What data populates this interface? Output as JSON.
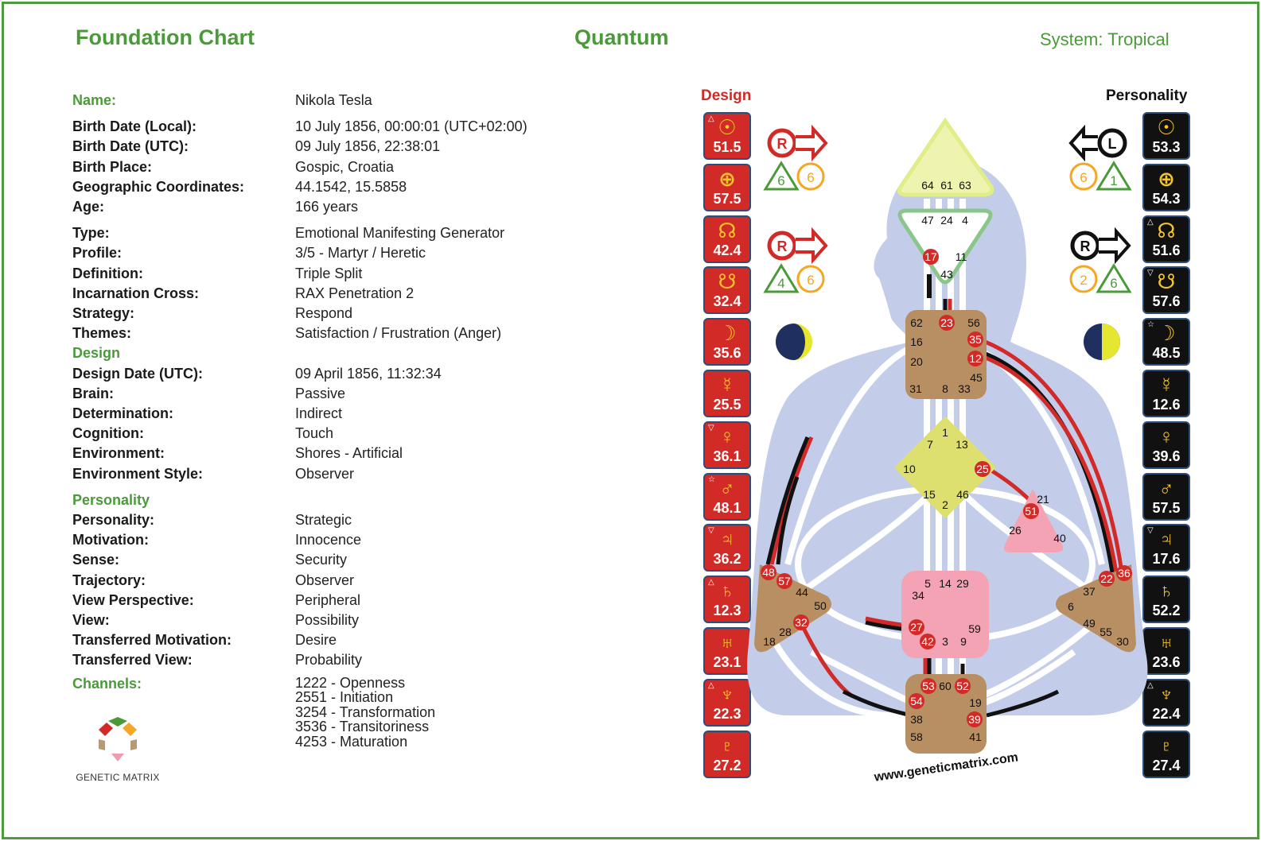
{
  "header": {
    "left": "Foundation Chart",
    "center": "Quantum",
    "right": "System: Tropical"
  },
  "info": {
    "name_label": "Name:",
    "name": "Nikola Tesla",
    "rows1": [
      {
        "k": "Birth Date (Local):",
        "v": "10 July 1856, 00:00:01 (UTC+02:00)"
      },
      {
        "k": "Birth Date (UTC):",
        "v": "09 July 1856, 22:38:01"
      },
      {
        "k": "Birth Place:",
        "v": "Gospic, Croatia"
      },
      {
        "k": "Geographic Coordinates:",
        "v": "44.1542, 15.5858"
      },
      {
        "k": "Age:",
        "v": "166 years"
      }
    ],
    "rows2": [
      {
        "k": "Type:",
        "v": "Emotional Manifesting Generator"
      },
      {
        "k": "Profile:",
        "v": "3/5 - Martyr / Heretic"
      },
      {
        "k": "Definition:",
        "v": "Triple Split"
      },
      {
        "k": "Incarnation Cross:",
        "v": "RAX Penetration 2"
      },
      {
        "k": "Strategy:",
        "v": "Respond"
      },
      {
        "k": "Themes:",
        "v": "Satisfaction / Frustration (Anger)"
      }
    ],
    "design_title": "Design",
    "rows3": [
      {
        "k": "Design Date (UTC):",
        "v": "09 April 1856, 11:32:34"
      },
      {
        "k": "Brain:",
        "v": "Passive"
      },
      {
        "k": "Determination:",
        "v": "Indirect"
      },
      {
        "k": "Cognition:",
        "v": "Touch"
      },
      {
        "k": "Environment:",
        "v": "Shores - Artificial"
      },
      {
        "k": "Environment Style:",
        "v": "Observer"
      }
    ],
    "personality_title": "Personality",
    "rows4": [
      {
        "k": "Personality:",
        "v": "Strategic"
      },
      {
        "k": "Motivation:",
        "v": "Innocence"
      },
      {
        "k": "Sense:",
        "v": "Security"
      },
      {
        "k": "Trajectory:",
        "v": "Observer"
      },
      {
        "k": "View Perspective:",
        "v": "Peripheral"
      },
      {
        "k": "View:",
        "v": "Possibility"
      },
      {
        "k": "Transferred Motivation:",
        "v": "Desire"
      },
      {
        "k": "Transferred View:",
        "v": "Probability"
      }
    ],
    "channels_label": "Channels:",
    "channels": [
      "1222 - Openness",
      "2551 - Initiation",
      "3254 - Transformation",
      "3536 - Transitoriness",
      "4253 - Maturation"
    ]
  },
  "logo_text": "GENETIC MATRIX",
  "chart": {
    "design_title": "Design",
    "personality_title": "Personality",
    "website": "www.geneticmatrix.com",
    "design_planets": [
      {
        "sym": "☉",
        "val": "51.5",
        "mark": "△"
      },
      {
        "sym": "⊕",
        "val": "57.5",
        "mark": ""
      },
      {
        "sym": "☊",
        "val": "42.4",
        "mark": ""
      },
      {
        "sym": "☋",
        "val": "32.4",
        "mark": ""
      },
      {
        "sym": "☽",
        "val": "35.6",
        "mark": ""
      },
      {
        "sym": "☿",
        "val": "25.5",
        "mark": ""
      },
      {
        "sym": "♀",
        "val": "36.1",
        "mark": "▽"
      },
      {
        "sym": "♂",
        "val": "48.1",
        "mark": "☆"
      },
      {
        "sym": "♃",
        "val": "36.2",
        "mark": "▽"
      },
      {
        "sym": "♄",
        "val": "12.3",
        "mark": "△"
      },
      {
        "sym": "♅",
        "val": "23.1",
        "mark": ""
      },
      {
        "sym": "♆",
        "val": "22.3",
        "mark": "△"
      },
      {
        "sym": "♇",
        "val": "27.2",
        "mark": ""
      }
    ],
    "personality_planets": [
      {
        "sym": "☉",
        "val": "53.3",
        "mark": ""
      },
      {
        "sym": "⊕",
        "val": "54.3",
        "mark": ""
      },
      {
        "sym": "☊",
        "val": "51.6",
        "mark": "△"
      },
      {
        "sym": "☋",
        "val": "57.6",
        "mark": "▽"
      },
      {
        "sym": "☽",
        "val": "48.5",
        "mark": "☆"
      },
      {
        "sym": "☿",
        "val": "12.6",
        "mark": ""
      },
      {
        "sym": "♀",
        "val": "39.6",
        "mark": ""
      },
      {
        "sym": "♂",
        "val": "57.5",
        "mark": ""
      },
      {
        "sym": "♃",
        "val": "17.6",
        "mark": "▽"
      },
      {
        "sym": "♄",
        "val": "52.2",
        "mark": ""
      },
      {
        "sym": "♅",
        "val": "23.6",
        "mark": ""
      },
      {
        "sym": "♆",
        "val": "22.4",
        "mark": "△"
      },
      {
        "sym": "♇",
        "val": "27.4",
        "mark": ""
      }
    ],
    "arrows": {
      "design_top": {
        "letter": "R",
        "n1": "6",
        "n2": "6"
      },
      "design_mid": {
        "letter": "R",
        "n1": "4",
        "n2": "6"
      },
      "pers_top": {
        "letter": "L",
        "n1": "6",
        "n2": "1"
      },
      "pers_mid": {
        "letter": "R",
        "n1": "2",
        "n2": "6"
      }
    },
    "centers": {
      "head": [
        "64",
        "61",
        "63"
      ],
      "ajna": [
        "47",
        "24",
        "4",
        "17",
        "11",
        "43"
      ],
      "throat": [
        "62",
        "23",
        "56",
        "16",
        "35",
        "20",
        "12",
        "45",
        "31",
        "8",
        "33"
      ],
      "g": [
        "1",
        "7",
        "13",
        "10",
        "25",
        "15",
        "2",
        "46"
      ],
      "ego": [
        "21",
        "51",
        "26",
        "40"
      ],
      "spleen": [
        "48",
        "57",
        "44",
        "50",
        "32",
        "28",
        "18"
      ],
      "sacral": [
        "5",
        "14",
        "29",
        "34",
        "27",
        "59",
        "42",
        "3",
        "9"
      ],
      "solar": [
        "22",
        "36",
        "37",
        "6",
        "49",
        "55",
        "30"
      ],
      "root": [
        "53",
        "60",
        "52",
        "54",
        "19",
        "38",
        "39",
        "58",
        "41"
      ]
    }
  }
}
